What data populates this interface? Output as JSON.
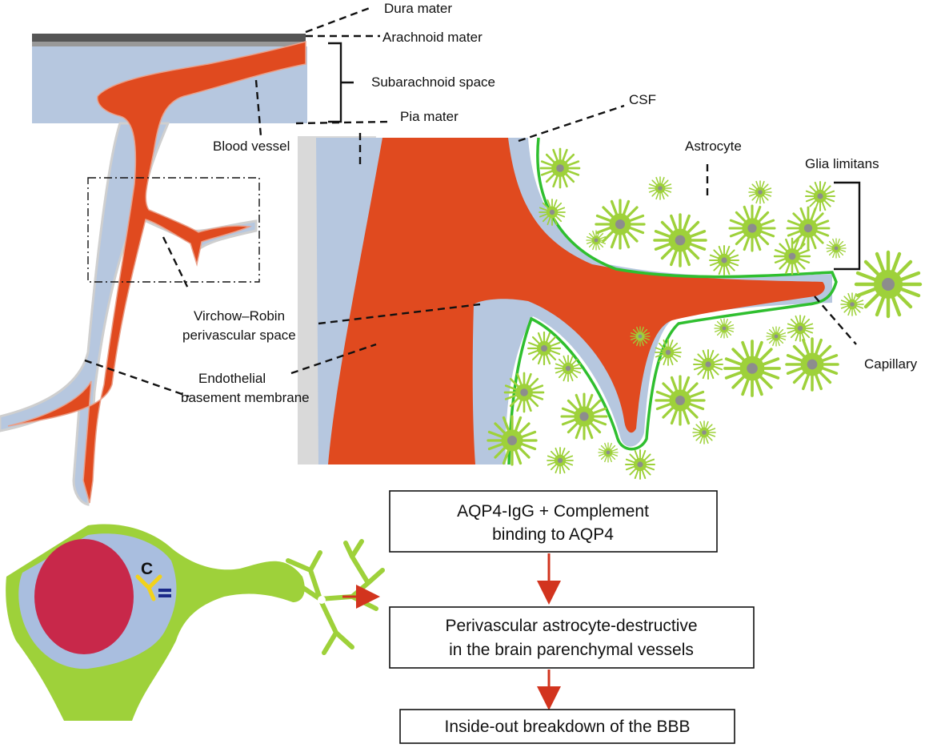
{
  "labels": {
    "dura_mater": "Dura mater",
    "arachnoid_mater": "Arachnoid mater",
    "subarachnoid_space": "Subarachnoid space",
    "pia_mater": "Pia mater",
    "blood_vessel": "Blood vessel",
    "csf": "CSF",
    "astrocyte": "Astrocyte",
    "glia_limitans": "Glia limitans",
    "capillary": "Capillary",
    "virchow_robin_line1": "Virchow–Robin",
    "virchow_robin_line2": "perivascular space",
    "endothelial_line1": "Endothelial",
    "endothelial_line2": "basement membrane",
    "complement_letter": "C"
  },
  "flowchart": {
    "step1_line1": "AQP4-IgG + Complement",
    "step1_line2": "binding to AQP4",
    "step2_line1": "Perivascular astrocyte-destructive",
    "step2_line2": "in the brain parenchymal vessels",
    "step3": "Inside-out breakdown of the BBB"
  },
  "colors": {
    "vessel": "#e04a1f",
    "perivascular_space": "#b6c7df",
    "astrocyte": "#9ed13a",
    "glia_line": "#2fbf2f",
    "nucleus": "#c8284a",
    "antibody": "#f2d21c",
    "arrow": "#d2341e"
  }
}
